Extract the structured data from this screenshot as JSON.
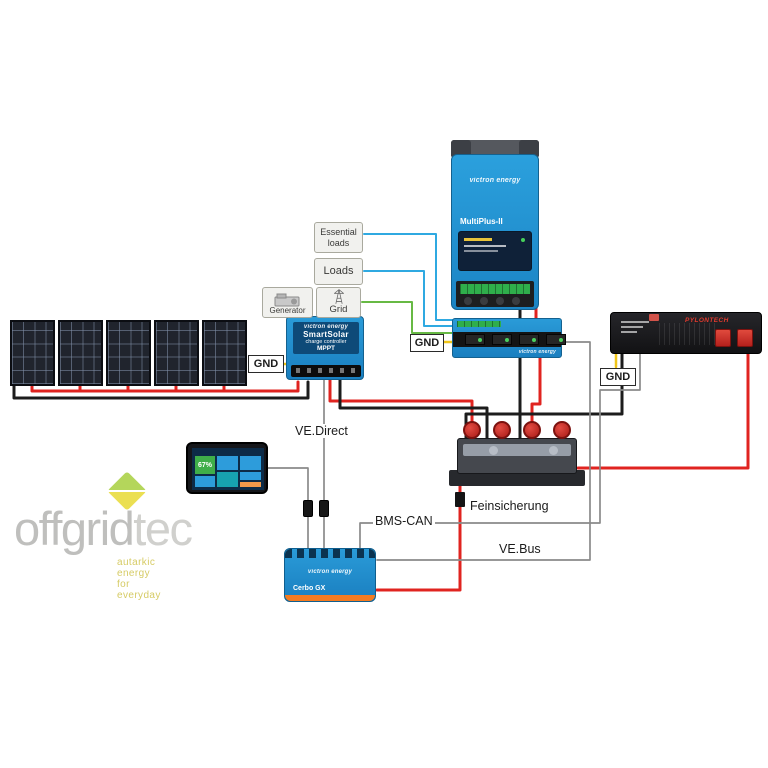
{
  "labels": {
    "gnd": "GND",
    "ve_direct": "VE.Direct",
    "bms_can": "BMS-CAN",
    "ve_bus": "VE.Bus",
    "feinsicherung": "Feinsicherung"
  },
  "ac_boxes": {
    "essential_line1": "Essential",
    "essential_line2": "loads",
    "loads": "Loads",
    "grid": "Grid",
    "generator": "Generator"
  },
  "devices": {
    "mppt": {
      "brand": "victron energy",
      "name": "SmartSolar",
      "sub": "charge controller",
      "model": "MPPT"
    },
    "inverter": {
      "brand": "victron energy",
      "model": "MultiPlus-II"
    },
    "lynx": {
      "brand": "victron energy"
    },
    "cerbo": {
      "brand": "victron energy",
      "model": "Cerbo GX"
    },
    "battery": {
      "brand": "PYLONTECH"
    },
    "gx_touch": {
      "soc": "67%"
    }
  },
  "watermark": {
    "brand_gray": "offgrid",
    "brand_light": "tec",
    "tagline": "autarkic energy for everyday"
  },
  "colors": {
    "wire_red": "#e02420",
    "wire_black": "#1c1c1c",
    "wire_yellow": "#f0c518",
    "wire_cyan": "#2fa9e1",
    "wire_green": "#67b944",
    "wire_gray": "#8a8a8a",
    "victron_blue": "#1f8fd0"
  }
}
